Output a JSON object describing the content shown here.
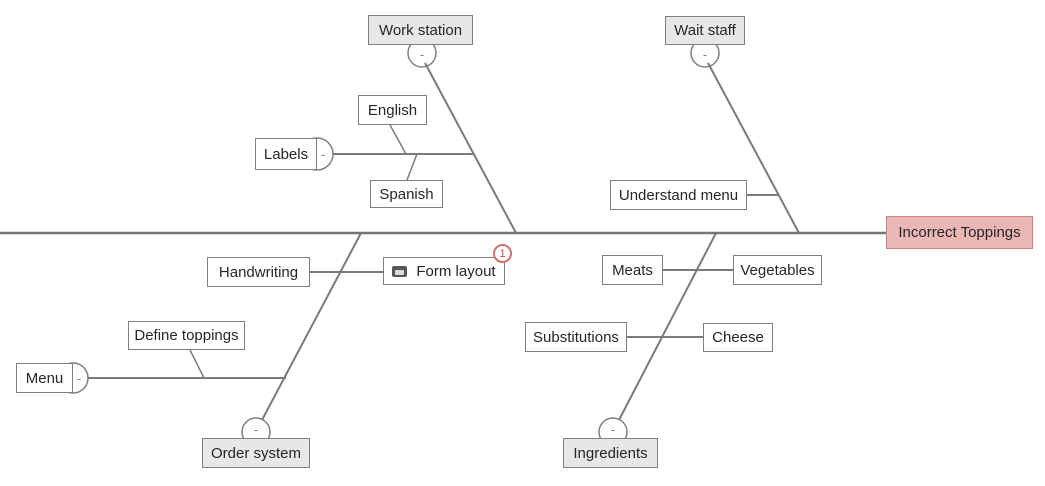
{
  "diagram": {
    "type": "fishbone-cause-effect",
    "effect": {
      "label": "Incorrect Toppings"
    },
    "collapse": {
      "glyph": "-"
    },
    "categories": {
      "work_station": {
        "label": "Work station",
        "side": "top"
      },
      "wait_staff": {
        "label": "Wait staff",
        "side": "top"
      },
      "order_system": {
        "label": "Order system",
        "side": "bottom"
      },
      "ingredients": {
        "label": "Ingredients",
        "side": "bottom"
      },
      "labels": {
        "label": "Labels",
        "side": "left-branch"
      },
      "menu": {
        "label": "Menu",
        "side": "left-branch"
      }
    },
    "causes": {
      "english": {
        "label": "English",
        "parent": "Labels"
      },
      "spanish": {
        "label": "Spanish",
        "parent": "Labels"
      },
      "understand_menu": {
        "label": "Understand menu",
        "parent": "Wait staff"
      },
      "handwriting": {
        "label": "Handwriting",
        "parent": "Order system"
      },
      "form_layout": {
        "label": "Form layout",
        "parent": "Order system",
        "badge_count": "1",
        "icon": "comment-icon"
      },
      "meats": {
        "label": "Meats",
        "parent": "Ingredients"
      },
      "vegetables": {
        "label": "Vegetables",
        "parent": "Ingredients"
      },
      "substitutions": {
        "label": "Substitutions",
        "parent": "Ingredients"
      },
      "cheese": {
        "label": "Cheese",
        "parent": "Ingredients"
      },
      "define_toppings": {
        "label": "Define toppings",
        "parent": "Menu"
      }
    },
    "colors": {
      "line": "#7a7a7a",
      "box_border": "#7f7f7f",
      "category_fill": "#e7e7e7",
      "effect_fill": "#eab7b4",
      "effect_border": "#cf8683",
      "badge_red": "#c0504d",
      "text": "#262626"
    }
  }
}
